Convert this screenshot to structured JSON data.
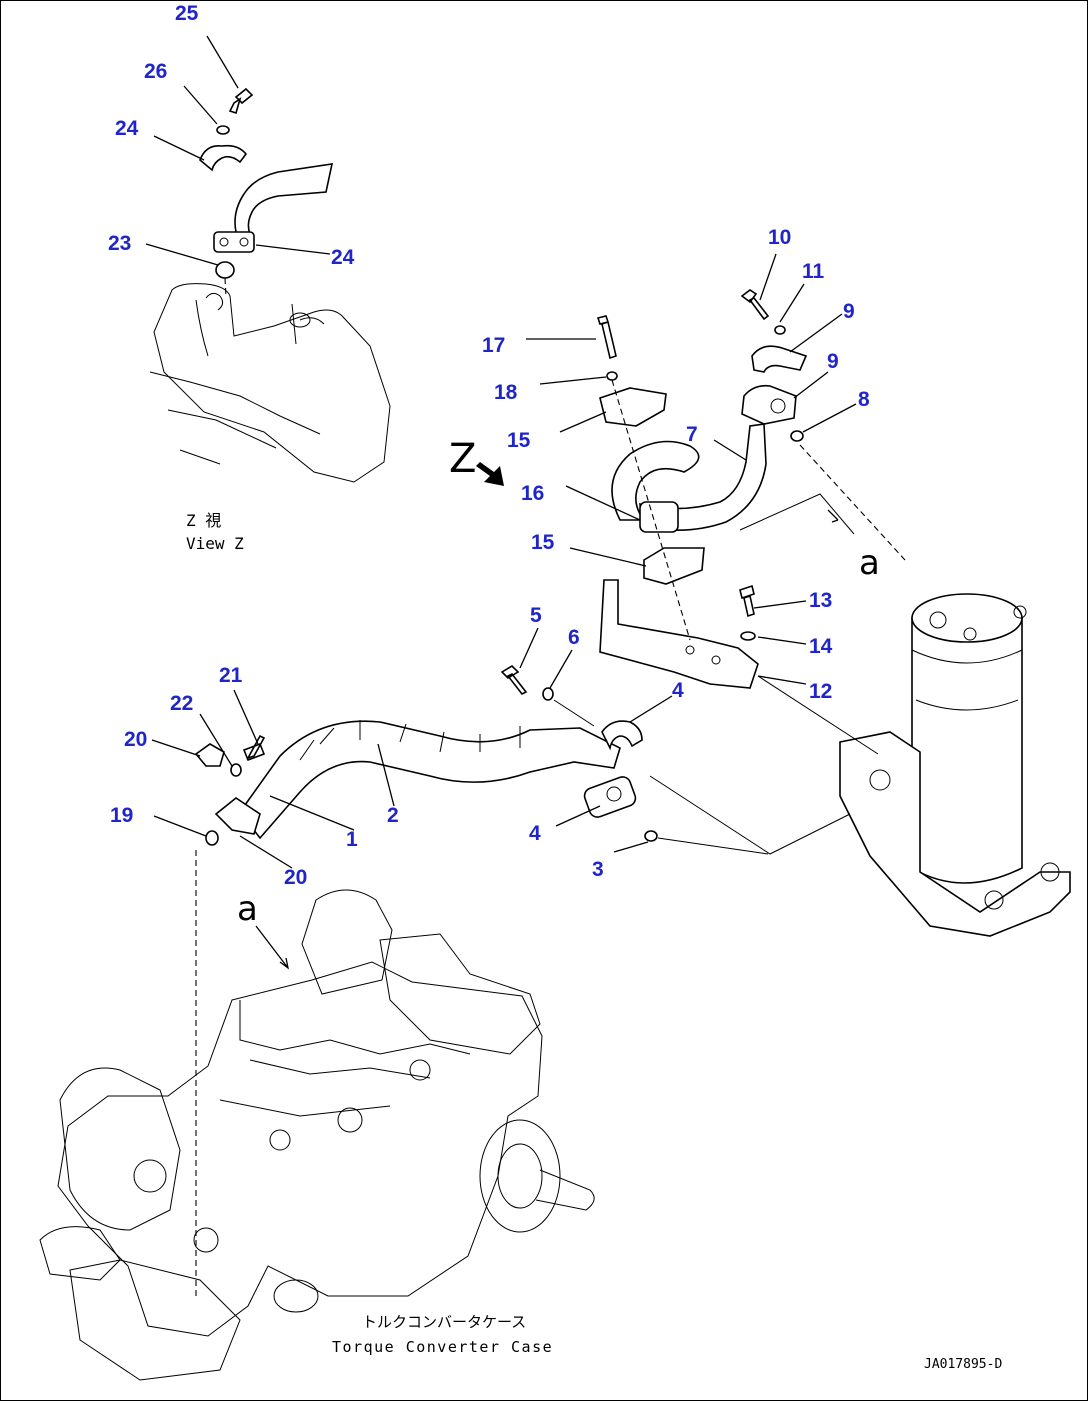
{
  "callouts": {
    "n1": "1",
    "n2": "2",
    "n3": "3",
    "n4a": "4",
    "n4b": "4",
    "n5": "5",
    "n6": "6",
    "n7": "7",
    "n8": "8",
    "n9a": "9",
    "n9b": "9",
    "n10": "10",
    "n11": "11",
    "n12": "12",
    "n13": "13",
    "n14": "14",
    "n15a": "15",
    "n15b": "15",
    "n16": "16",
    "n17": "17",
    "n18": "18",
    "n19": "19",
    "n20a": "20",
    "n20b": "20",
    "n21": "21",
    "n22": "22",
    "n23": "23",
    "n24a": "24",
    "n24b": "24",
    "n25": "25",
    "n26": "26"
  },
  "labels": {
    "view_z_jp": "Z 視",
    "view_z_en": "View Z",
    "z_arrow": "Z",
    "ref_a_top": "a",
    "ref_a_bottom": "a",
    "case_jp": "トルクコンバータケース",
    "case_en": "Torque Converter Case",
    "drawing_no": "JA017895-D"
  },
  "colors": {
    "callout": "#1f25c8",
    "line": "#000000"
  }
}
